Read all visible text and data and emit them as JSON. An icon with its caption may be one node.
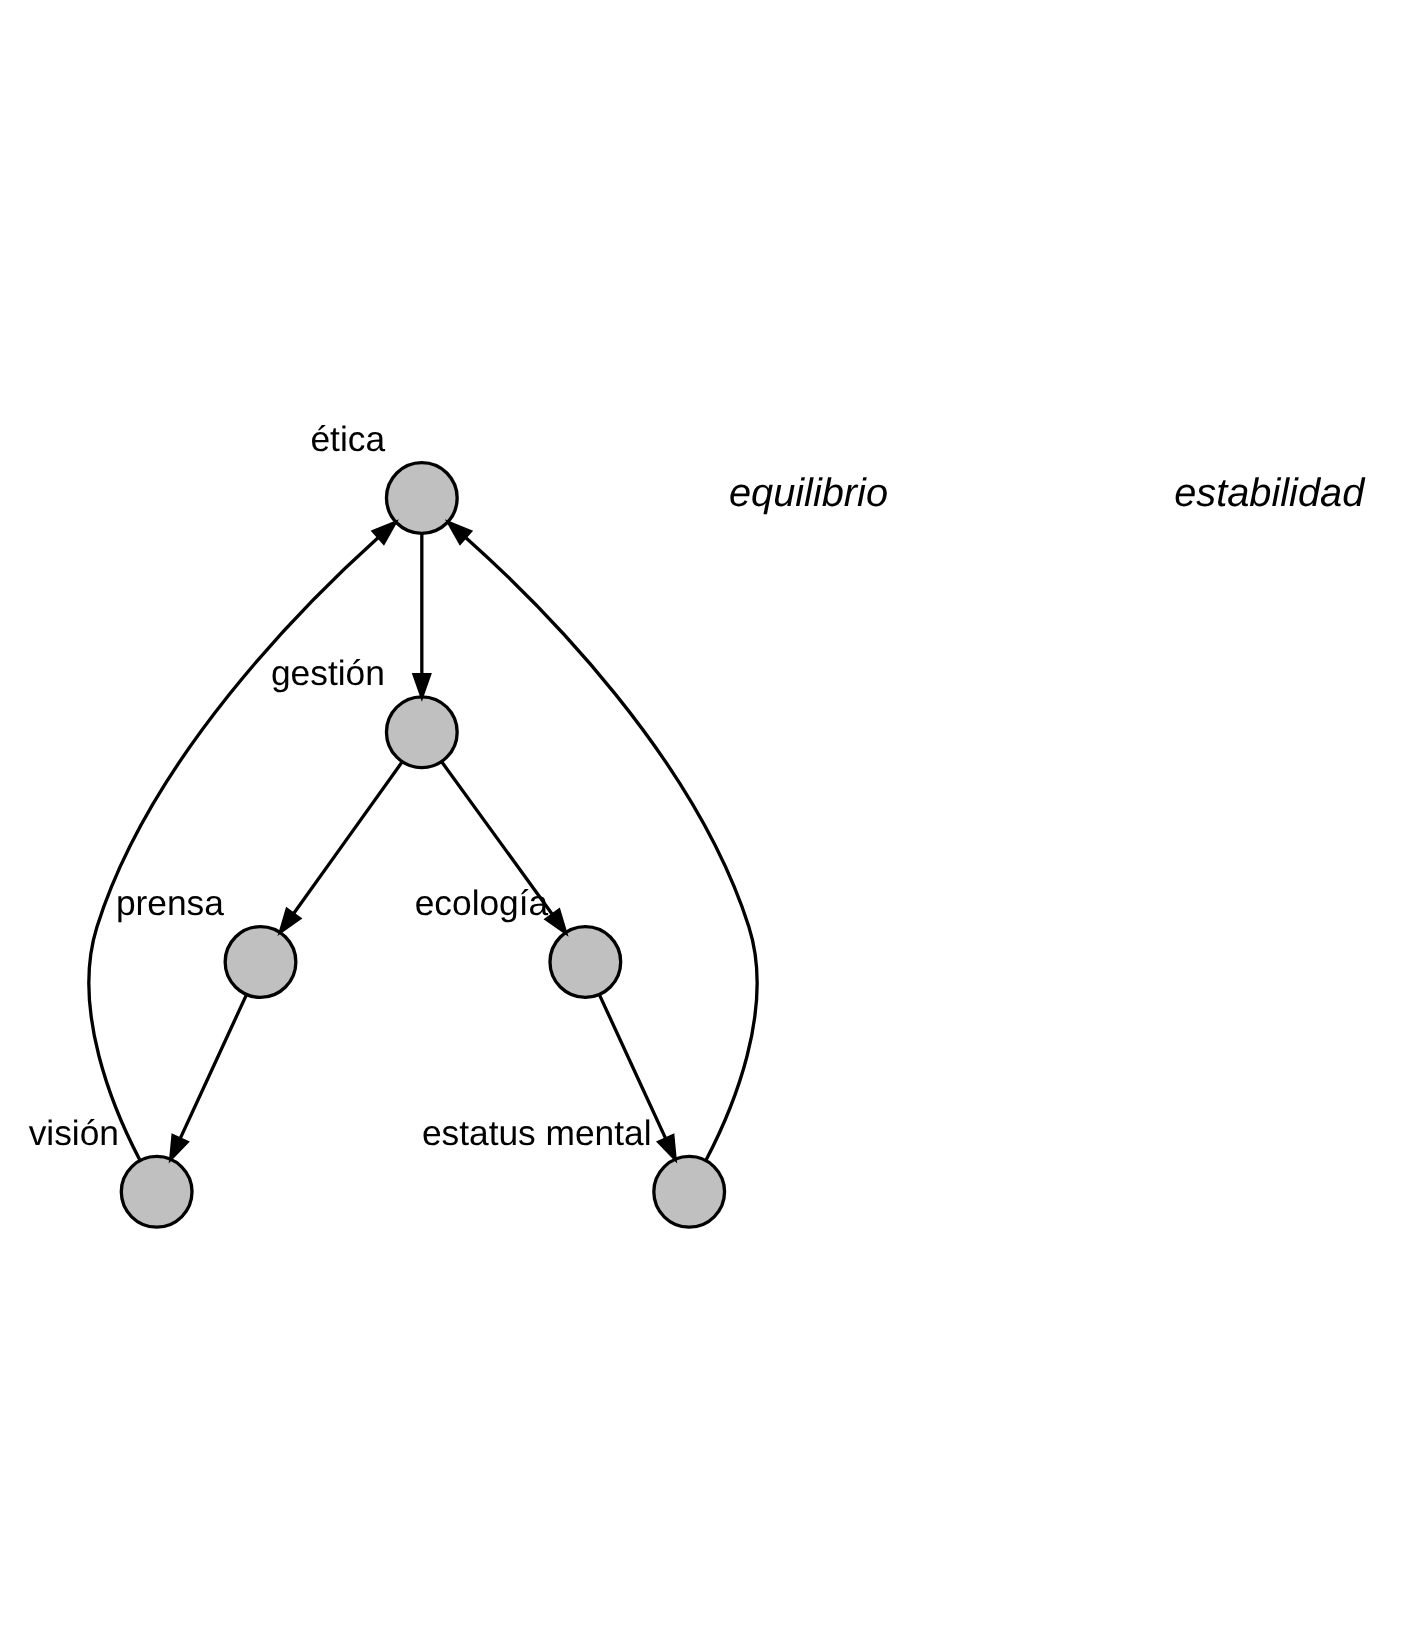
{
  "diagram": {
    "nodes": [
      {
        "text": [],
        "shape": "circle",
        "beside": [
          "ética"
        ]
      },
      {
        "text": [],
        "shape": "circle",
        "beside": [
          "gestión"
        ]
      },
      {
        "text": [],
        "shape": "circle",
        "beside": [
          "prensa"
        ]
      },
      {
        "text": [],
        "shape": "circle",
        "beside": [
          "visión"
        ]
      },
      {
        "text": [],
        "shape": "circle",
        "beside": [
          "estatus mental"
        ]
      },
      {
        "text": [],
        "shape": "circle",
        "beside": [
          "ecología"
        ]
      }
    ],
    "edges": [
      {
        "from": 0,
        "to": 1,
        "arrow": "to"
      },
      {
        "from": 1,
        "to": 2,
        "arrow": "to"
      },
      {
        "from": 2,
        "to": 3,
        "arrow": "to"
      },
      {
        "from": 3,
        "to": 0,
        "arrow": "to"
      },
      {
        "from": 1,
        "to": 5,
        "arrow": "to"
      },
      {
        "from": 5,
        "to": 4,
        "arrow": "to"
      },
      {
        "from": 4,
        "to": 0,
        "arrow": "to"
      }
    ],
    "labels": [
      "equilibrio",
      "estabilidad"
    ]
  }
}
